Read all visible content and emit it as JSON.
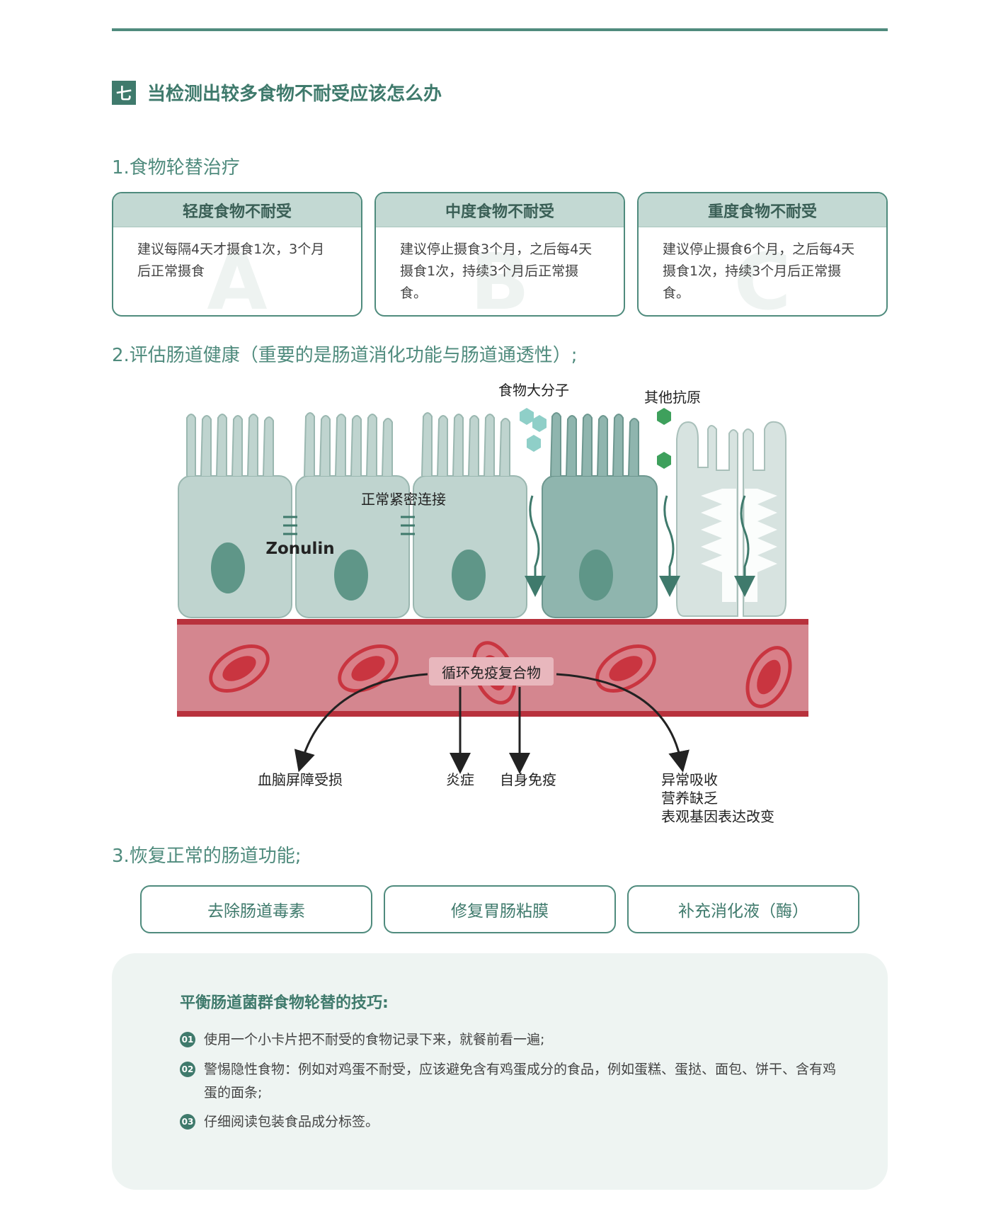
{
  "section": {
    "number": "七",
    "title": "当检测出较多食物不耐受应该怎么办"
  },
  "sub1": "1.食物轮替治疗",
  "levels": [
    {
      "letter": "A",
      "title": "轻度食物不耐受",
      "text": "建议每隔4天才摄食1次，3个月后正常摄食"
    },
    {
      "letter": "B",
      "title": "中度食物不耐受",
      "text": "建议停止摄食3个月，之后每4天摄食1次，持续3个月后正常摄食。"
    },
    {
      "letter": "C",
      "title": "重度食物不耐受",
      "text": "建议停止摄食6个月，之后每4天摄食1次，持续3个月后正常摄食。"
    }
  ],
  "sub2": "2.评估肠道健康（重要的是肠道消化功能与肠道通透性）;",
  "diagram": {
    "food_molecules": "食物大分子",
    "other_antigens": "其他抗原",
    "tight_junction": "正常紧密连接",
    "zonulin": "Zonulin",
    "immune_complex": "循环免疫复合物",
    "outcomes": {
      "bbb": "血脑屏障受损",
      "inflammation": "炎症",
      "autoimmune": "自身免疫",
      "line1": "异常吸收",
      "line2": "营养缺乏",
      "line3": "表观基因表达改变"
    },
    "colors": {
      "cell": "#bfd4cf",
      "cell_dark": "#8fb5ae",
      "nucleus": "#5f9688",
      "blood": "#d4868f",
      "blood_edge": "#b8323d",
      "rbc": "#c93540",
      "accent": "#3f7a6c",
      "antigen": "#3ea05c",
      "molecule": "#8fcfc8"
    }
  },
  "sub3": "3.恢复正常的肠道功能;",
  "actions": [
    "去除肠道毒素",
    "修复胃肠粘膜",
    "补充消化液（酶）"
  ],
  "tips": {
    "title": "平衡肠道菌群食物轮替的技巧:",
    "items": [
      {
        "num": "01",
        "text": "使用一个小卡片把不耐受的食物记录下来，就餐前看一遍;"
      },
      {
        "num": "02",
        "text": "警惕隐性食物：例如对鸡蛋不耐受，应该避免含有鸡蛋成分的食品，例如蛋糕、蛋挞、面包、饼干、含有鸡蛋的面条;"
      },
      {
        "num": "03",
        "text": "仔细阅读包装食品成分标签。"
      }
    ]
  }
}
